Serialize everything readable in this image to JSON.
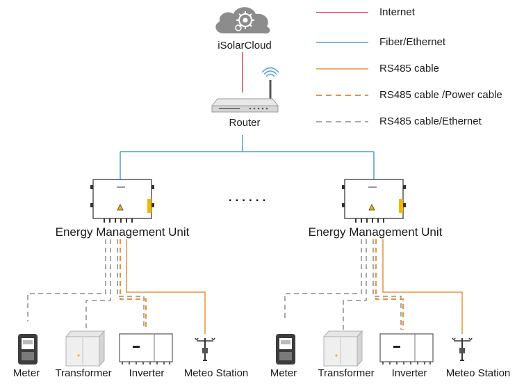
{
  "cloud": {
    "label": "iSolarCloud",
    "icon": "cloud-gear-icon"
  },
  "router": {
    "label": "Router",
    "icon": "router-icon"
  },
  "ellipsis": "......",
  "legend": [
    {
      "label": "Internet",
      "color": "#c0504d",
      "style": "solid"
    },
    {
      "label": "Fiber/Ethernet",
      "color": "#4a9fd4",
      "style": "solid"
    },
    {
      "label": "RS485 cable",
      "color": "#e8913a",
      "style": "solid"
    },
    {
      "label": "RS485 cable /Power cable",
      "color": "#e8913a",
      "style": "dashed"
    },
    {
      "label": "RS485 cable/Ethernet",
      "color": "#8c8c8c",
      "style": "dashed"
    }
  ],
  "units": [
    {
      "label": "Energy Management Unit",
      "devices": [
        {
          "label": "Meter",
          "icon": "meter-icon"
        },
        {
          "label": "Transformer",
          "icon": "transformer-icon"
        },
        {
          "label": "Inverter",
          "icon": "inverter-icon"
        },
        {
          "label": "Meteo Station",
          "icon": "meteo-station-icon"
        }
      ]
    },
    {
      "label": "Energy Management Unit",
      "devices": [
        {
          "label": "Meter",
          "icon": "meter-icon"
        },
        {
          "label": "Transformer",
          "icon": "transformer-icon"
        },
        {
          "label": "Inverter",
          "icon": "inverter-icon"
        },
        {
          "label": "Meteo Station",
          "icon": "meteo-station-icon"
        }
      ]
    }
  ]
}
